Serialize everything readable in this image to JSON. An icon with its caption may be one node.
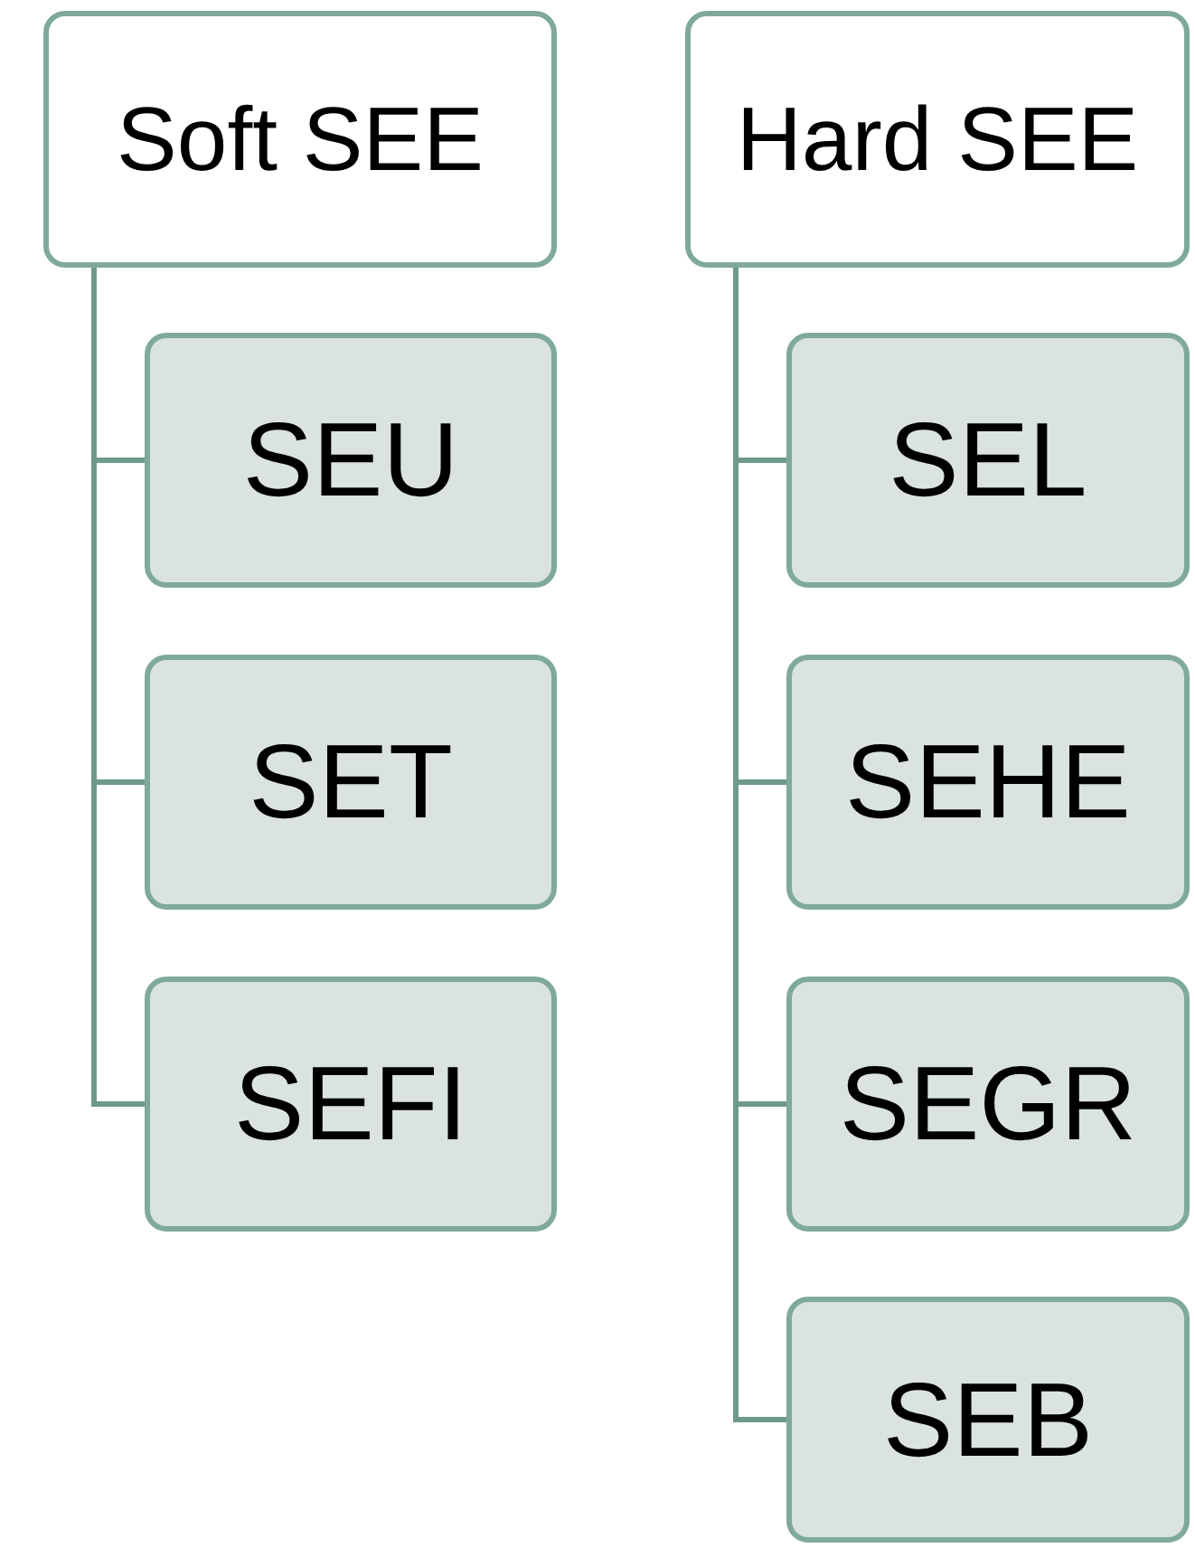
{
  "diagram": {
    "nodes": [
      {
        "text": [
          "Soft SEE"
        ]
      },
      {
        "text": [
          "SEU"
        ]
      },
      {
        "text": [
          "SET"
        ]
      },
      {
        "text": [
          "SEFI"
        ]
      },
      {
        "text": [
          "Hard SEE"
        ]
      },
      {
        "text": [
          "SEL"
        ]
      },
      {
        "text": [
          "SEHE"
        ]
      },
      {
        "text": [
          "SEGR"
        ]
      },
      {
        "text": [
          "SEB"
        ]
      }
    ],
    "edges": [
      {
        "from": 0,
        "to": 1,
        "arrow": "none"
      },
      {
        "from": 0,
        "to": 2,
        "arrow": "none"
      },
      {
        "from": 0,
        "to": 3,
        "arrow": "none"
      },
      {
        "from": 4,
        "to": 5,
        "arrow": "none"
      },
      {
        "from": 4,
        "to": 6,
        "arrow": "none"
      },
      {
        "from": 4,
        "to": 7,
        "arrow": "none"
      },
      {
        "from": 4,
        "to": 8,
        "arrow": "none"
      }
    ]
  }
}
